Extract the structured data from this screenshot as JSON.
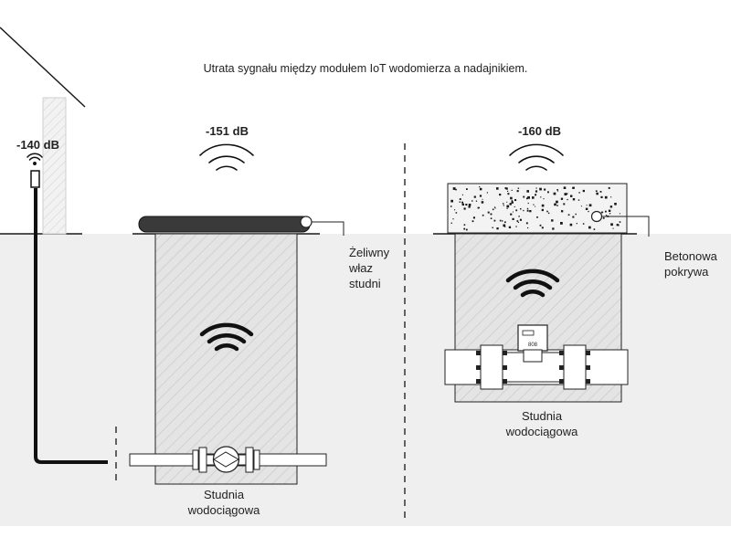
{
  "title": "Utrata sygnału między modułem IoT wodomierza a nadajnikiem.",
  "signals": {
    "transmitter": "-140 dB",
    "cast_iron_well": "-151 dB",
    "concrete_well": "-160 dB"
  },
  "labels": {
    "cast_iron_cover": [
      "Żeliwny",
      "właz",
      "studni"
    ],
    "concrete_cover": [
      "Betonowa",
      "pokrywa"
    ],
    "well_left": [
      "Studnia",
      "wodociągowa"
    ],
    "well_right": [
      "Studnia",
      "wodociągowa"
    ]
  },
  "meter_display": "808",
  "colors": {
    "ground": "#efefef",
    "well_fill": "#e4e4e4",
    "hatch": "#c9c9c9",
    "outline": "#1a1a1a",
    "cover_dark": "#3a3a3a",
    "concrete": "#f3f3f3"
  }
}
